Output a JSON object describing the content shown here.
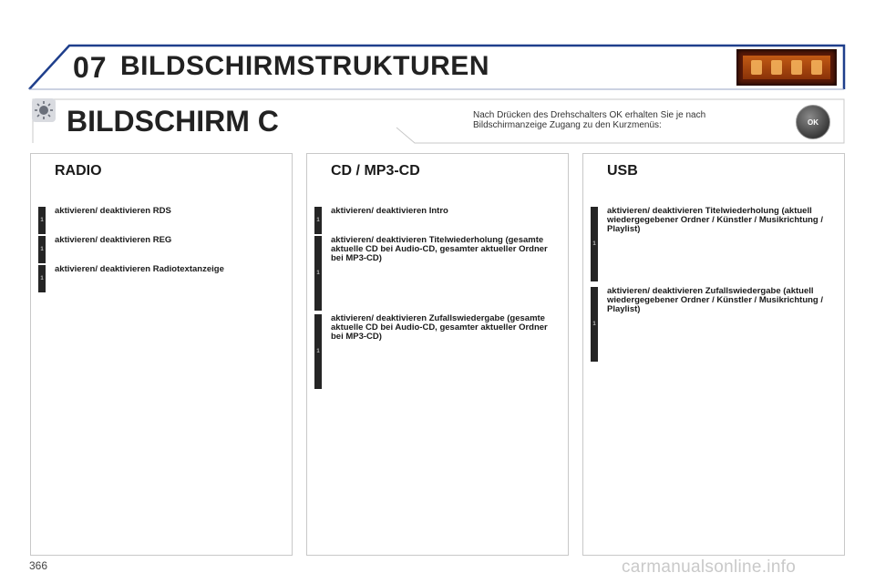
{
  "header": {
    "chapter_number": "07",
    "chapter_title": "BILDSCHIRMSTRUKTUREN"
  },
  "banner": {
    "screen_title": "BILDSCHIRM C",
    "hint_text": "Nach Drücken des Drehschalters OK erhalten Sie je nach Bildschirmanzeige Zugang zu den Kurzmenüs:",
    "ok_label": "OK"
  },
  "radio": {
    "title": "RADIO",
    "items": [
      {
        "label": "aktivieren/ deaktivieren RDS",
        "level": "1"
      },
      {
        "label": "aktivieren/ deaktivieren REG",
        "level": "1"
      },
      {
        "label": "aktivieren/ deaktivieren Radiotextanzeige",
        "level": "1"
      }
    ]
  },
  "cd": {
    "title": "CD / MP3-CD",
    "items": [
      {
        "label": "aktivieren/ deaktivieren Intro",
        "level": "1"
      },
      {
        "label": "aktivieren/ deaktivieren Titelwiederholung (gesamte aktuelle CD bei Audio-CD, gesamter aktueller Ordner bei MP3-CD)",
        "level": "1"
      },
      {
        "label": "aktivieren/ deaktivieren Zufallswiedergabe (gesamte aktuelle CD bei Audio-CD, gesamter aktueller Ordner bei MP3-CD)",
        "level": "1"
      }
    ]
  },
  "usb": {
    "title": "USB",
    "items": [
      {
        "label": "aktivieren/ deaktivieren Titelwiederholung (aktuell wiedergegebener Ordner / Künstler / Musikrichtung / Playlist)",
        "level": "1"
      },
      {
        "label": "aktivieren/ deaktivieren Zufallswiedergabe (aktuell wiedergegebener Ordner / Künstler / Musikrichtung / Playlist)",
        "level": "1"
      }
    ]
  },
  "footer": {
    "page_number": "366",
    "watermark": "carmanualsonline.info"
  },
  "colors": {
    "accent_blue": "#1f3f8c",
    "bar_dark": "#252525",
    "screen_orange": "#c25a14"
  }
}
